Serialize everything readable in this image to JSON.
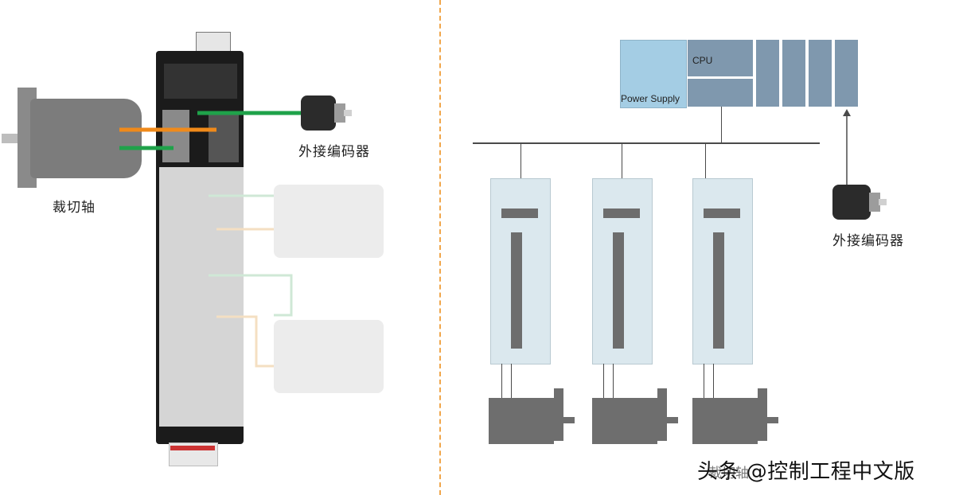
{
  "left_panel": {
    "cutting_axis_label": "裁切轴",
    "external_encoder_label": "外接编码器"
  },
  "right_panel": {
    "power_supply_label": "Power Supply",
    "cpu_label": "CPU",
    "external_encoder_label": "外接编码器",
    "partial_cutting_axis_label": "裁切轴"
  },
  "watermark": "头条 @控制工程中文版",
  "colors": {
    "divider": "#f0a64a",
    "orange_cable": "#f08a1a",
    "green_cable": "#1fa24a",
    "power_supply": "#a4cde4",
    "plc_module": "#7f98ae",
    "servo_drive": "#dbe8ee",
    "servo_motor": "#6e6e6e"
  },
  "icons": [
    "servo-motor-icon",
    "servo-drive-icon",
    "encoder-icon",
    "plc-rack-icon"
  ]
}
